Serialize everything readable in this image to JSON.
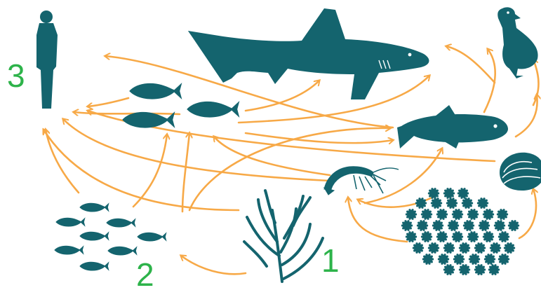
{
  "labels": {
    "level_1": "1",
    "level_2": "2",
    "level_3": "3"
  },
  "colors": {
    "organism": "#14646e",
    "arrow": "#f7a947",
    "label": "#2db34a",
    "background": "#ffffff"
  },
  "organisms": [
    {
      "name": "human",
      "level": "3"
    },
    {
      "name": "seaweed",
      "level": "1"
    },
    {
      "name": "phytoplankton",
      "level": "1"
    },
    {
      "name": "shrimp"
    },
    {
      "name": "small-fish-school",
      "level": "2"
    },
    {
      "name": "herring"
    },
    {
      "name": "shark"
    },
    {
      "name": "large-fish"
    },
    {
      "name": "clam"
    },
    {
      "name": "seabird"
    }
  ]
}
